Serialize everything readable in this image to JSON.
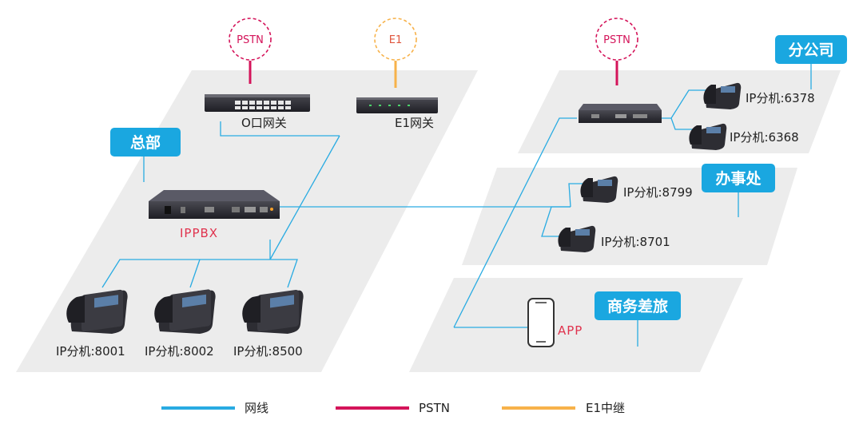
{
  "regions": {
    "hq": "总部",
    "branch": "分公司",
    "office": "办事处",
    "travel": "商务差旅"
  },
  "circles": {
    "pstn_hq": "PSTN",
    "e1": "E1",
    "pstn_branch": "PSTN"
  },
  "devices": {
    "o_gateway": "O口网关",
    "e1_gateway": "E1网关",
    "ippbx": "IPPBX",
    "app": "APP"
  },
  "extensions": {
    "hq": [
      "IP分机:8001",
      "IP分机:8002",
      "IP分机:8500"
    ],
    "branch": [
      "IP分机:6378",
      "IP分机:6368"
    ],
    "office": [
      "IP分机:8799",
      "IP分机:8701"
    ]
  },
  "legend": {
    "network": "网线",
    "pstn": "PSTN",
    "e1": "E1中继"
  },
  "colors": {
    "network": "#29abe2",
    "pstn": "#d4145a",
    "e1": "#f7b24a",
    "tag": "#1aa7e0",
    "platform": "#ececec",
    "app_red": "#e0334e"
  }
}
